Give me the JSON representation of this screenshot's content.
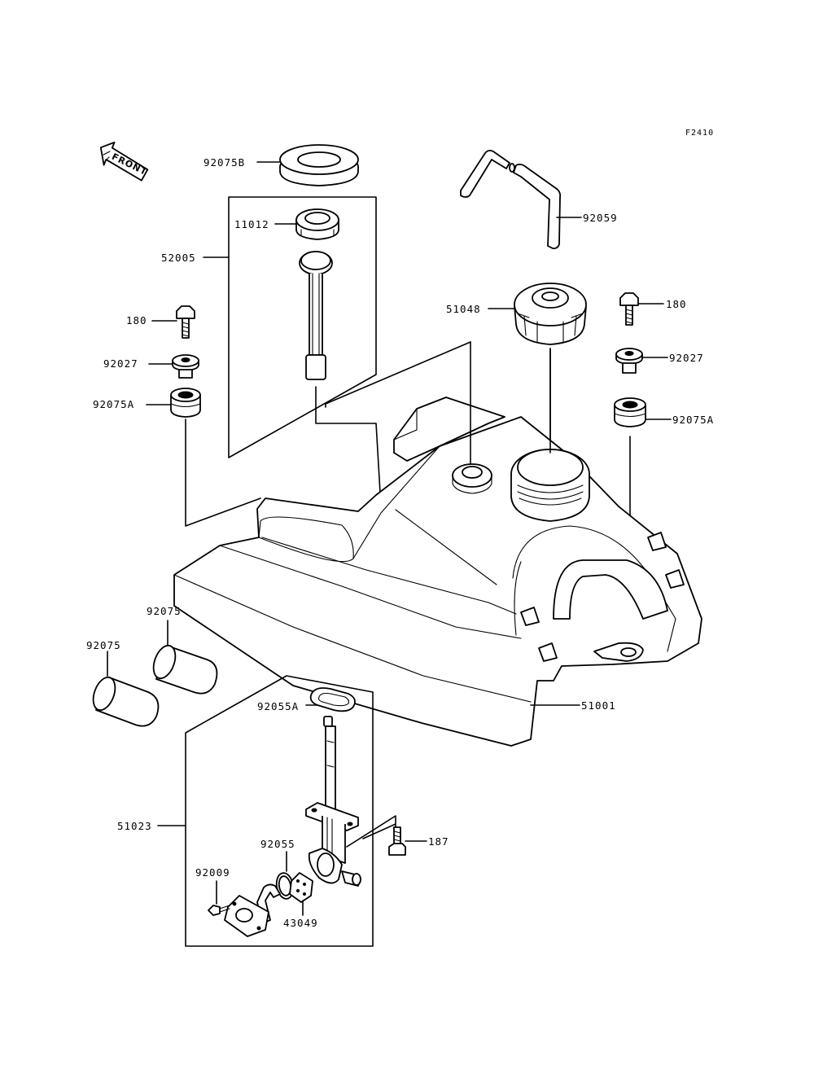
{
  "diagram_code": "F2410",
  "front_label": "FRONT",
  "labels": {
    "p92075B": "92075B",
    "p11012": "11012",
    "p52005": "52005",
    "p180_left": "180",
    "p92027_left": "92027",
    "p92075A_left": "92075A",
    "p92059": "92059",
    "p51048": "51048",
    "p180_right": "180",
    "p92027_right": "92027",
    "p92075A_right": "92075A",
    "p92075_top": "92075",
    "p92075_bottom": "92075",
    "p51001": "51001",
    "p92055A": "92055A",
    "p51023": "51023",
    "p187": "187",
    "p92055": "92055",
    "p92009": "92009",
    "p43049": "43049"
  }
}
